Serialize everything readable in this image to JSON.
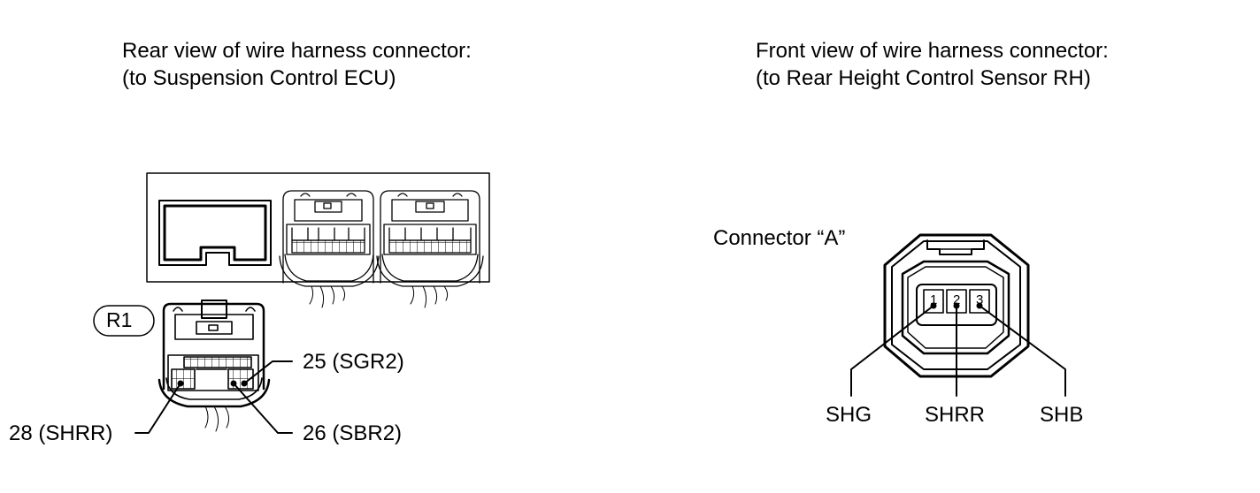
{
  "left": {
    "title_line1": "Rear view of wire harness connector:",
    "title_line2": "(to Suspension Control ECU)",
    "connector_id": "R1",
    "pins": {
      "p25": "25 (SGR2)",
      "p26": "26 (SBR2)",
      "p28": "28 (SHRR)"
    }
  },
  "right": {
    "title_line1": "Front view of wire harness connector:",
    "title_line2": "(to Rear Height Control Sensor RH)",
    "connector_label": "Connector “A”",
    "pin_numbers": [
      "1",
      "2",
      "3"
    ],
    "signals": [
      "SHG",
      "SHRR",
      "SHB"
    ]
  }
}
